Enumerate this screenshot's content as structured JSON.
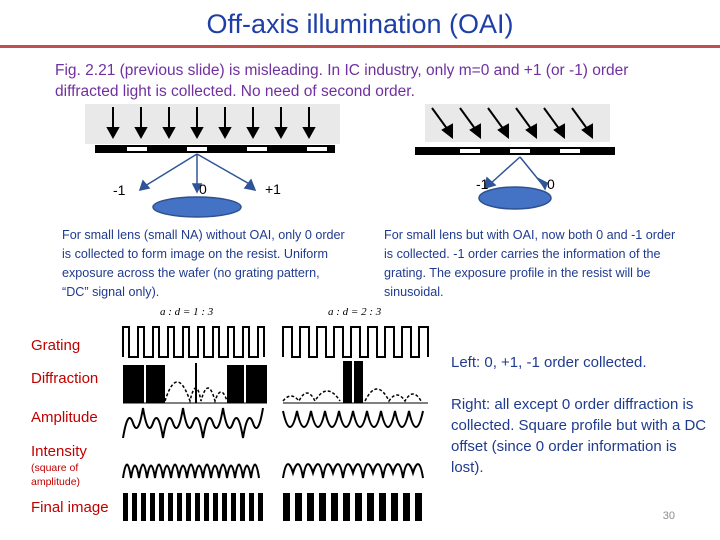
{
  "slide": {
    "title": "Off-axis illumination (OAI)",
    "intro": "Fig. 2.21 (previous slide) is misleading. In IC industry, only m=0 and +1 (or -1) order diffracted light is collected. No need of second order.",
    "page_number": "30"
  },
  "left_diagram": {
    "orders": {
      "minus": "-1",
      "zero": "0",
      "plus": "+1"
    },
    "caption": "For small lens (small NA) without OAI, only 0 order is collected to form image on the resist. Uniform exposure across the wafer (no grating pattern, “DC” signal only)."
  },
  "right_diagram": {
    "orders": {
      "minus": "-1",
      "zero": "0"
    },
    "caption": "For small lens but with OAI, now both 0 and -1 order is collected. -1 order carries the information of the grating. The exposure profile in the resist will be sinusoidal."
  },
  "figure": {
    "ratio_left": "a : d = 1 : 3",
    "ratio_right": "a : d = 2 : 3",
    "row_labels": {
      "grating": "Grating",
      "diffraction": "Diffraction",
      "amplitude": "Amplitude",
      "intensity": "Intensity",
      "intensity_note": "(square of amplitude)",
      "final_image": "Final image"
    }
  },
  "notes": {
    "left": "Left: 0, +1, -1 order collected.",
    "right": "Right: all except 0 order diffraction is collected. Square profile but with a DC offset (since 0 order information is lost)."
  },
  "colors": {
    "title": "#1f3fa8",
    "rule": "#c0504d",
    "intro_text": "#7030a0",
    "label_text": "#c00000",
    "body_text": "#1f3b8f",
    "lens_fill": "#4472c4",
    "lens_stroke": "#2f528f"
  }
}
